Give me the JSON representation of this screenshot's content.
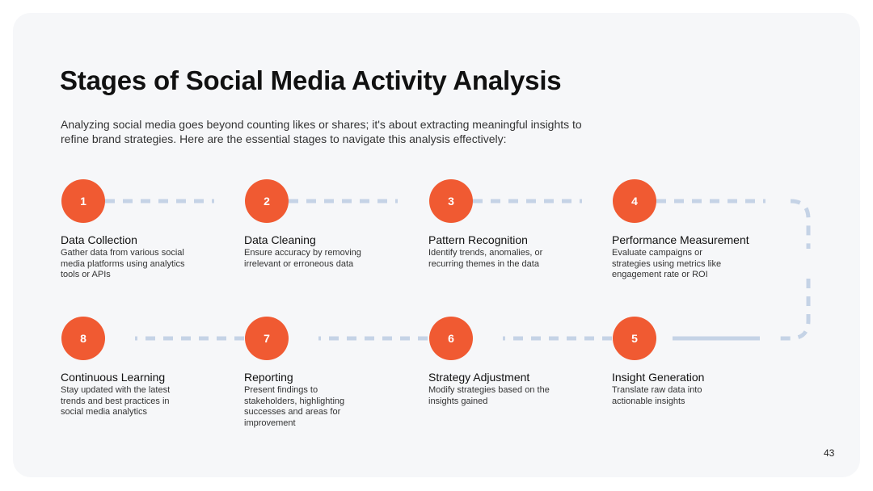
{
  "slide": {
    "title": "Stages of Social Media Activity Analysis",
    "intro": "Analyzing social media goes beyond counting likes or shares; it's about extracting meaningful insights to refine brand strategies. Here are the essential stages to navigate this analysis effectively:",
    "page_number": "43"
  },
  "colors": {
    "accent": "#f05a32",
    "connector": "#c5d3e6",
    "background": "#f6f7f9"
  },
  "stages": [
    {
      "number": "1",
      "title": "Data Collection",
      "description": "Gather data from various social media platforms using analytics tools or APIs"
    },
    {
      "number": "2",
      "title": "Data Cleaning",
      "description": "Ensure accuracy by removing irrelevant or erroneous data"
    },
    {
      "number": "3",
      "title": "Pattern Recognition",
      "description": "Identify trends, anomalies, or recurring themes in the data"
    },
    {
      "number": "4",
      "title": "Performance Measurement",
      "description": "Evaluate campaigns or strategies using metrics like engagement rate or ROI"
    },
    {
      "number": "5",
      "title": "Insight Generation",
      "description": "Translate raw data into actionable insights"
    },
    {
      "number": "6",
      "title": "Strategy Adjustment",
      "description": "Modify strategies based on the insights gained"
    },
    {
      "number": "7",
      "title": "Reporting",
      "description": "Present findings to stakeholders, highlighting successes and areas for improvement"
    },
    {
      "number": "8",
      "title": "Continuous Learning",
      "description": "Stay updated with the latest trends and best practices in social media analytics"
    }
  ]
}
